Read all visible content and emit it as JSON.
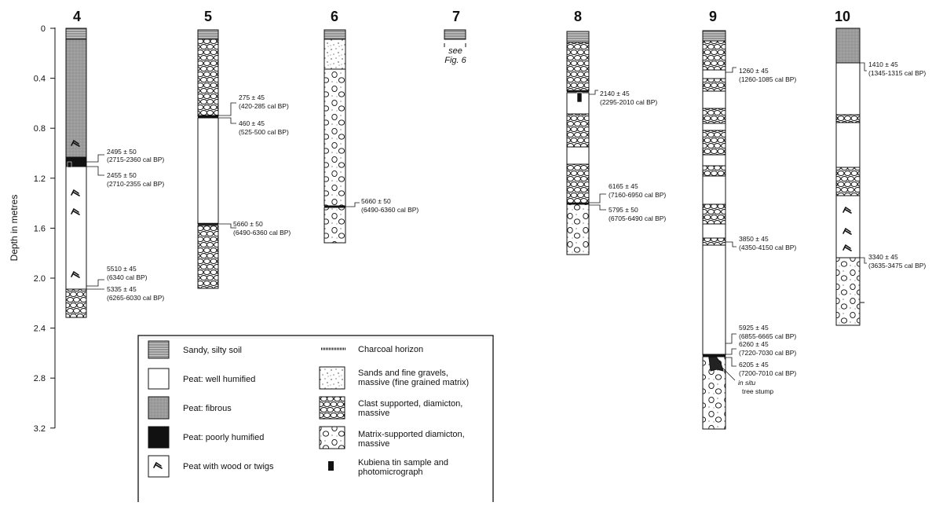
{
  "axis": {
    "title": "Depth in metres",
    "ticks": [
      "0",
      "0.4",
      "0.8",
      "1.2",
      "1.6",
      "2.0",
      "2.4",
      "2.8",
      "3.2"
    ]
  },
  "columns": [
    {
      "number": "4",
      "dates": [
        {
          "age": "2495 ± 50",
          "cal": "(2715-2360 cal BP)"
        },
        {
          "age": "2455 ± 50",
          "cal": "(2710-2355 cal BP)"
        },
        {
          "age": "5510 ± 45",
          "cal": "(6340 cal BP)"
        },
        {
          "age": "5335 ± 45",
          "cal": "(6265-6030 cal BP)"
        }
      ]
    },
    {
      "number": "5",
      "dates": [
        {
          "age": "275 ± 45",
          "cal": "(420-285 cal BP)"
        },
        {
          "age": "460 ± 45",
          "cal": "(525-500 cal BP)"
        },
        {
          "age": "5660 ± 50",
          "cal": "(6490-6360 cal BP)"
        }
      ]
    },
    {
      "number": "6",
      "dates": [
        {
          "age": "5660 ± 50",
          "cal": "(6490-6360 cal BP)"
        }
      ]
    },
    {
      "number": "7",
      "note1": "see",
      "note2": "Fig. 6"
    },
    {
      "number": "8",
      "dates": [
        {
          "age": "2140 ± 45",
          "cal": "(2295-2010 cal BP)"
        },
        {
          "age": "6165 ± 45",
          "cal": "(7160-6950 cal BP)"
        },
        {
          "age": "5795 ± 50",
          "cal": "(6705-6490 cal BP)"
        }
      ]
    },
    {
      "number": "9",
      "dates": [
        {
          "age": "1260 ± 45",
          "cal": "(1260-1085 cal BP)"
        },
        {
          "age": "3850 ± 45",
          "cal": "(4350-4150 cal BP)"
        },
        {
          "age": "5925 ± 45",
          "cal": "(6855-6665 cal BP)"
        },
        {
          "age": "6260 ± 45",
          "cal": "(7220-7030 cal BP)"
        },
        {
          "age": "6205 ± 45",
          "cal": "(7200-7010 cal BP)"
        }
      ],
      "stump_italic": "in situ",
      "stump_label": "tree stump"
    },
    {
      "number": "10",
      "dates": [
        {
          "age": "1410 ± 45",
          "cal": "(1345-1315 cal BP)"
        },
        {
          "age": "3340 ± 45",
          "cal": "(3635-3475 cal BP)"
        }
      ]
    }
  ],
  "legend": {
    "left": [
      {
        "label": "Sandy, silty soil"
      },
      {
        "label": "Peat: well humified"
      },
      {
        "label": "Peat: fibrous"
      },
      {
        "label": "Peat: poorly humified"
      },
      {
        "label": "Peat with wood or twigs"
      }
    ],
    "right": [
      {
        "label1": "Charcoal horizon",
        "label2": ""
      },
      {
        "label1": "Sands and fine gravels,",
        "label2": "massive (fine grained matrix)"
      },
      {
        "label1": "Clast supported, diamicton,",
        "label2": "massive"
      },
      {
        "label1": "Matrix-supported diamicton,",
        "label2": "massive"
      },
      {
        "label1": "Kubiena tin sample and",
        "label2": "photomicrograph"
      }
    ]
  }
}
